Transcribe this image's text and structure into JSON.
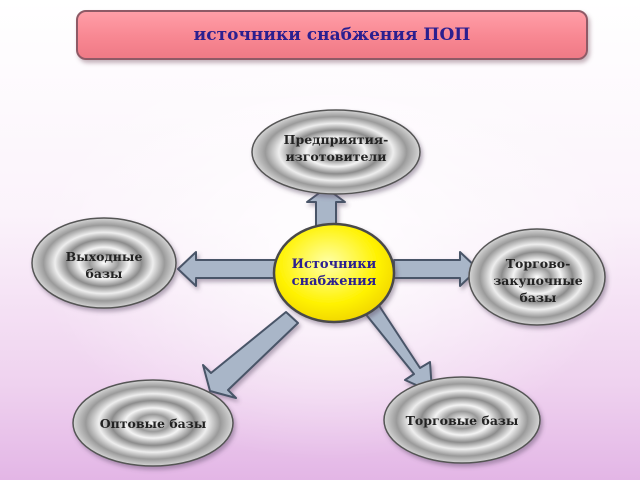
{
  "title": "источники снабжения ПОП",
  "center": {
    "label": "Источники\nснабжения",
    "fill": "#fff200"
  },
  "nodes": {
    "top": {
      "label": "Предприятия-\nизготовители"
    },
    "left": {
      "label": "Выходные\nбазы"
    },
    "right": {
      "label": "Торгово-\nзакупочные\nбазы"
    },
    "bottom_left": {
      "label": "Оптовые базы"
    },
    "bottom_right": {
      "label": "Торговые базы"
    }
  },
  "colors": {
    "banner": "#f88792",
    "title_text": "#2b1f8f",
    "arrow_fill": "#a9b6c8",
    "arrow_stroke": "#4a5568",
    "node_outline": "#555555"
  }
}
